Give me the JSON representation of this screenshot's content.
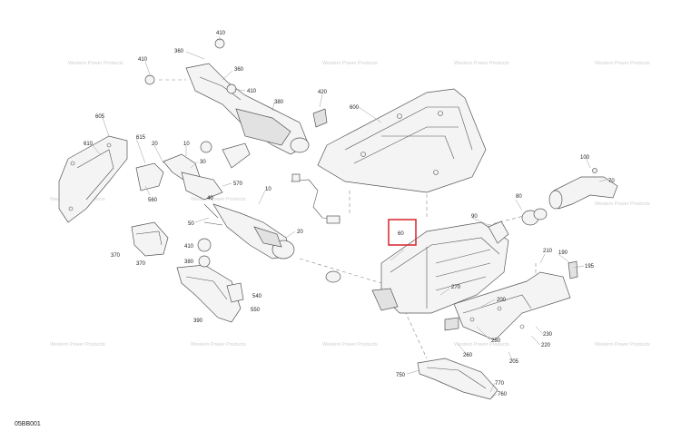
{
  "diagram": {
    "reference_code": "05BB001",
    "highlight_color": "#d8232a",
    "watermark_text": "Western Power Products",
    "parts": [
      {
        "id": "p410a",
        "label": "410"
      },
      {
        "id": "p360a",
        "label": "360"
      },
      {
        "id": "p410b",
        "label": "410"
      },
      {
        "id": "p360b",
        "label": "360"
      },
      {
        "id": "p410c",
        "label": "410"
      },
      {
        "id": "p380",
        "label": "380"
      },
      {
        "id": "p420",
        "label": "420"
      },
      {
        "id": "p600",
        "label": "600"
      },
      {
        "id": "p605",
        "label": "605"
      },
      {
        "id": "p610",
        "label": "610"
      },
      {
        "id": "p615",
        "label": "615"
      },
      {
        "id": "p20a",
        "label": "20"
      },
      {
        "id": "p10a",
        "label": "10"
      },
      {
        "id": "p30",
        "label": "30"
      },
      {
        "id": "p560",
        "label": "560"
      },
      {
        "id": "p570",
        "label": "570"
      },
      {
        "id": "p40",
        "label": "40"
      },
      {
        "id": "p10b",
        "label": "10"
      },
      {
        "id": "p50",
        "label": "50"
      },
      {
        "id": "p20b",
        "label": "20"
      },
      {
        "id": "p370a",
        "label": "370"
      },
      {
        "id": "p370b",
        "label": "370"
      },
      {
        "id": "p410d",
        "label": "410"
      },
      {
        "id": "p380b",
        "label": "380"
      },
      {
        "id": "p540",
        "label": "540"
      },
      {
        "id": "p550",
        "label": "550"
      },
      {
        "id": "p390",
        "label": "390"
      },
      {
        "id": "p60",
        "label": "60"
      },
      {
        "id": "p100",
        "label": "100"
      },
      {
        "id": "p70",
        "label": "70"
      },
      {
        "id": "p80",
        "label": "80"
      },
      {
        "id": "p90",
        "label": "90"
      },
      {
        "id": "p210",
        "label": "210"
      },
      {
        "id": "p190",
        "label": "190"
      },
      {
        "id": "p195",
        "label": "195"
      },
      {
        "id": "p270",
        "label": "270"
      },
      {
        "id": "p200",
        "label": "200"
      },
      {
        "id": "p250",
        "label": "250"
      },
      {
        "id": "p230",
        "label": "230"
      },
      {
        "id": "p220",
        "label": "220"
      },
      {
        "id": "p260",
        "label": "260"
      },
      {
        "id": "p205",
        "label": "205"
      },
      {
        "id": "p750",
        "label": "750"
      },
      {
        "id": "p770",
        "label": "770"
      },
      {
        "id": "p760",
        "label": "760"
      }
    ]
  }
}
